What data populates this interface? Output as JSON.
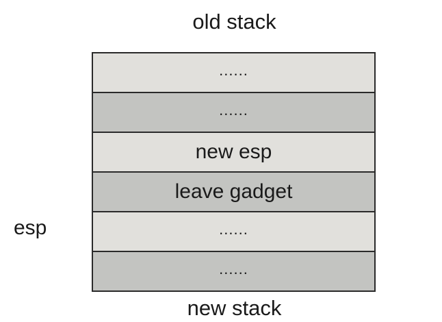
{
  "diagram": {
    "top_label": "old stack",
    "pointer_label": "esp",
    "bottom_label": "new stack",
    "slots": [
      {
        "text": "......",
        "shade": "light"
      },
      {
        "text": "......",
        "shade": "dark"
      },
      {
        "text": "new esp",
        "shade": "light"
      },
      {
        "text": "leave gadget",
        "shade": "dark"
      },
      {
        "text": "......",
        "shade": "light"
      },
      {
        "text": "......",
        "shade": "dark"
      }
    ]
  },
  "colors": {
    "light_slot": "#e1e0dc",
    "dark_slot": "#c3c4c1",
    "border": "#2a2a2a",
    "text": "#1a1a1a"
  }
}
